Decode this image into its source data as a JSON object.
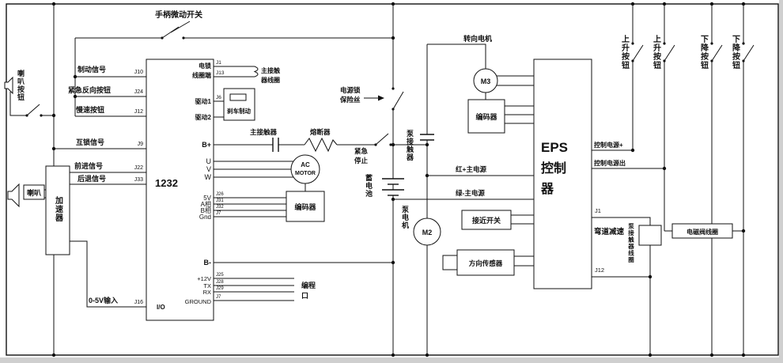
{
  "labels": {
    "handle_micro_switch": "手柄微动开关",
    "horn_button": "喇叭按钮",
    "horn": "喇叭",
    "accelerator": "加速器",
    "brake_signal": "制动信号",
    "brake_pin": "J10",
    "emergency_reverse_button": "紧急反向按钮",
    "emergency_reverse_pin": "J24",
    "slow_button": "慢速按钮",
    "slow_pin": "J12",
    "interlock_signal": "互锁信号",
    "interlock_pin": "J9",
    "forward_signal": "前进信号",
    "forward_pin": "J22",
    "backward_signal": "后退信号",
    "backward_pin": "J33",
    "analog_input": "0-5V输入",
    "analog_pin": "J16"
  },
  "controller": {
    "model": "1232",
    "io": "I/O",
    "lock_coil_line1": "电锁",
    "lock_coil_line2": "线圈端",
    "pin_j1": "J1",
    "pin_j13": "J13",
    "drive1": "驱动1",
    "pin_j6": "J6",
    "drive2": "驱动2",
    "b_plus": "B+",
    "u": "U",
    "v": "V",
    "w": "W",
    "v5": "5V",
    "pin_j26": "J26",
    "phase_a": "A相",
    "pin_j31": "J31",
    "phase_b": "B相",
    "pin_j32": "J32",
    "gnd": "Gnd",
    "pin_j7_top": "J7",
    "b_minus": "B-",
    "p12v": "+12V",
    "pin_j25": "J25",
    "tx": "TX",
    "pin_j28": "J28",
    "rx": "RX",
    "pin_j29": "J29",
    "ground": "GROUND",
    "pin_j7_bottom": "J7"
  },
  "center": {
    "main_contactor_coil_line1": "主接触",
    "main_contactor_coil_line2": "器线圈",
    "brake_actuator": "刹车制动",
    "main_contactor": "主接触器",
    "fuse": "熔断器",
    "ac_motor_line1": "AC",
    "ac_motor_line2": "MOTOR",
    "encoder": "编码器",
    "programming_port_line1": "编程",
    "programming_port_line2": "口",
    "power_lock_line1": "电源锁",
    "power_lock_line2": "保险丝",
    "emergency_stop_line1": "紧急",
    "emergency_stop_line2": "停止",
    "battery": "蓄电池",
    "pump_contactor": "泵接触器",
    "pump_motor": "泵电机",
    "m2": "M2"
  },
  "right": {
    "steering_motor": "转向电机",
    "m3": "M3",
    "encoder": "编码器",
    "eps_line1": "EPS",
    "eps_line2": "控制",
    "eps_line3": "器",
    "red_main_power": "红+主电源",
    "green_main_power": "绿-主电源",
    "proximity_switch": "接近开关",
    "direction_sensor": "方向传感器",
    "control_power_plus": "控制电源+",
    "control_power_out": "控制电源出",
    "pin_j1": "J1",
    "curve_deceleration": "弯道减速",
    "pin_j12": "J12",
    "pump_contactor_coil": "泵接触器线圈",
    "solenoid_valve_coil": "电磁阀线圈",
    "up_button": "上升按钮",
    "down_button": "下降按钮"
  }
}
